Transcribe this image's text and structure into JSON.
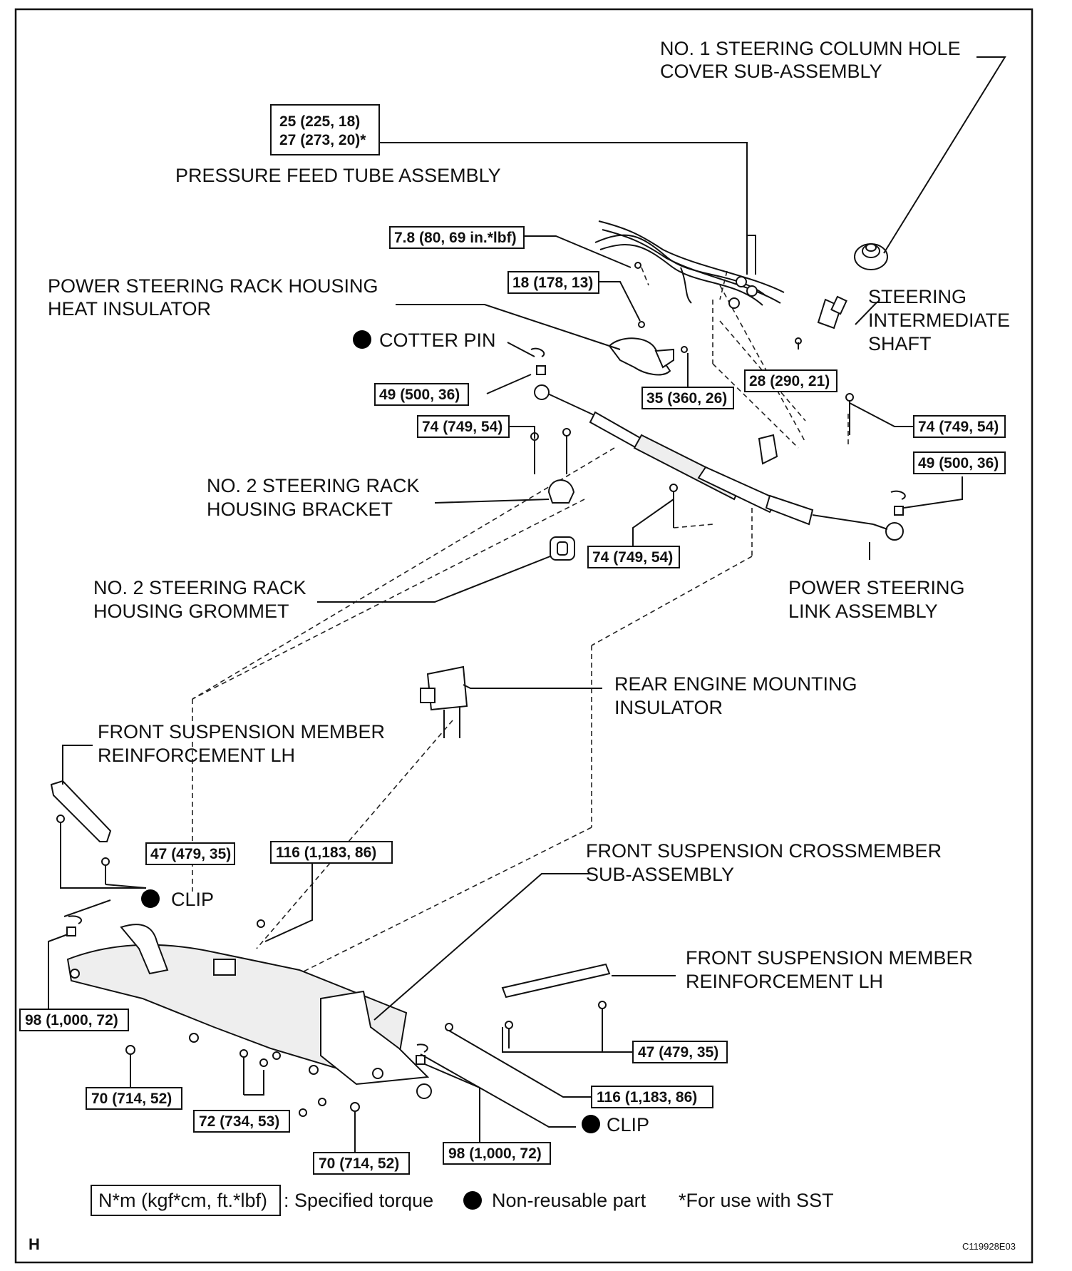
{
  "labels": {
    "column_hole_cover": [
      "NO. 1 STEERING COLUMN HOLE",
      "COVER SUB-ASSEMBLY"
    ],
    "pressure_feed_tube": "PRESSURE FEED TUBE ASSEMBLY",
    "heat_insulator": [
      "POWER STEERING RACK HOUSING",
      "HEAT INSULATOR"
    ],
    "cotter_pin": "COTTER PIN",
    "intermediate_shaft": [
      "STEERING",
      "INTERMEDIATE",
      "SHAFT"
    ],
    "rack_bracket": [
      "NO. 2 STEERING RACK",
      "HOUSING BRACKET"
    ],
    "rack_grommet": [
      "NO. 2 STEERING RACK",
      "HOUSING GROMMET"
    ],
    "link_assembly": [
      "POWER STEERING",
      "LINK ASSEMBLY"
    ],
    "rear_engine_mount": [
      "REAR ENGINE MOUNTING",
      "INSULATOR"
    ],
    "reinforcement_left": [
      "FRONT SUSPENSION MEMBER",
      "REINFORCEMENT LH"
    ],
    "crossmember": [
      "FRONT SUSPENSION CROSSMEMBER",
      "SUB-ASSEMBLY"
    ],
    "reinforcement_right": [
      "FRONT SUSPENSION MEMBER",
      "REINFORCEMENT LH"
    ],
    "clip_left": "CLIP",
    "clip_right": "CLIP"
  },
  "torques": {
    "pressure_tube": [
      "25 (225, 18)",
      "27 (273, 20)*"
    ],
    "t7_8": "7.8 (80, 69 in.*lbf)",
    "t18": "18 (178, 13)",
    "t49_left": "49 (500, 36)",
    "t35": "35 (360, 26)",
    "t28": "28 (290, 21)",
    "t74_left": "74 (749, 54)",
    "t74_right": "74 (749, 54)",
    "t49_right": "49 (500, 36)",
    "t74_mid": "74 (749, 54)",
    "t47_left": "47 (479, 35)",
    "t116_top": "116 (1,183, 86)",
    "t98_left": "98 (1,000, 72)",
    "t70_left": "70 (714, 52)",
    "t72": "72 (734, 53)",
    "t70_bottom": "70 (714, 52)",
    "t98_right": "98 (1,000, 72)",
    "t116_right": "116 (1,183, 86)",
    "t47_right": "47 (479, 35)"
  },
  "legend": {
    "unit_box": "N*m (kgf*cm, ft.*lbf)",
    "unit_text": ": Specified torque",
    "nonreusable": "Non-reusable part",
    "sst": "*For use with SST"
  },
  "corner_mark": "H",
  "figure_code": "C119928E03"
}
